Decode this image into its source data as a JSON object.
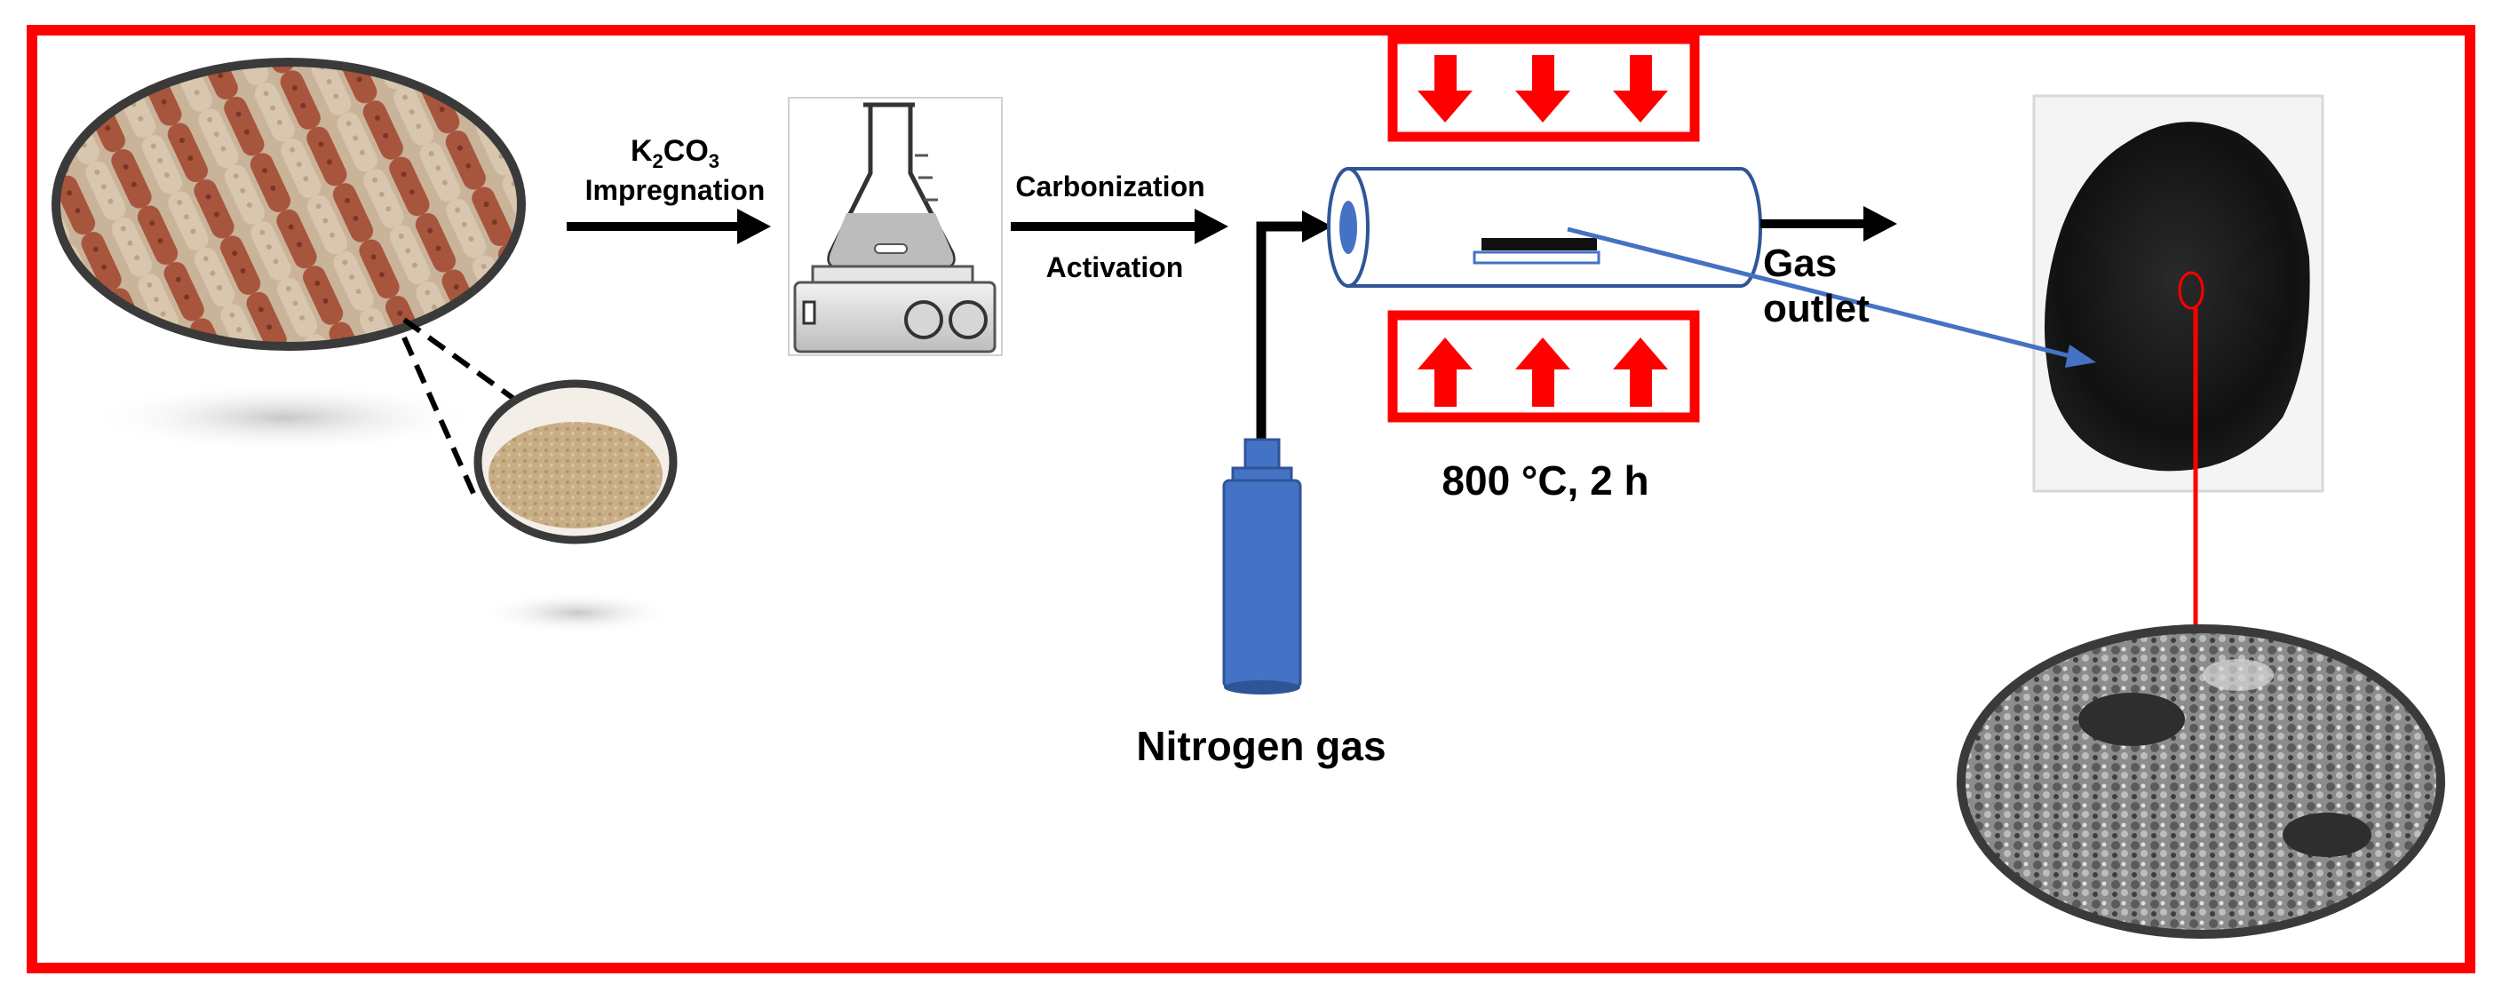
{
  "colors": {
    "frame": "#ff0000",
    "arrow": "#000000",
    "tube_fill": "#ffffff",
    "tube_stroke": "#2f5597",
    "cylinder": "#4472c4",
    "blue_line": "#4472c4",
    "heater_arrow": "#ff0000",
    "black_sample": "#111111"
  },
  "steps": {
    "impregnation_reagent": {
      "base1": "K",
      "sub1": "2",
      "base2": "CO",
      "sub2": "3"
    },
    "impregnation_label": "Impregnation",
    "carbonization_label": "Carbonization",
    "activation_label": "Activation"
  },
  "furnace": {
    "condition_label": "800 °C, 2 h",
    "gas_outlet_line1": "Gas",
    "gas_outlet_line2": "outlet"
  },
  "gas_supply": {
    "label": "Nitrogen gas"
  },
  "icons": {
    "corn_cobs": "corn-cobs-photo-icon",
    "powder": "biomass-powder-photo-icon",
    "flask_hotplate": "flask-on-hotplate-icon",
    "tube_furnace": "tube-furnace-icon",
    "cylinder": "nitrogen-cylinder-icon",
    "carbon_powder": "activated-carbon-photo-icon",
    "sem_image": "sem-micrograph-icon"
  }
}
